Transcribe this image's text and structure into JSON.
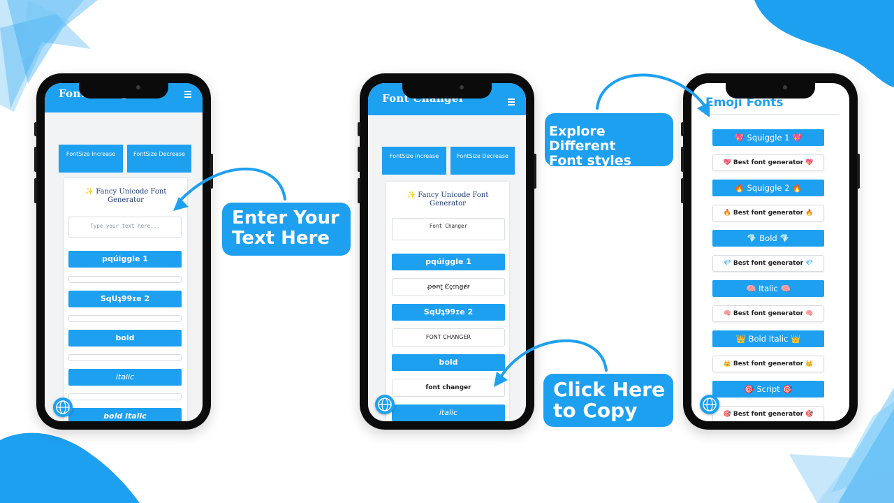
{
  "colors": {
    "accent": "#1ea0f0",
    "title_blue": "#1f3b7a",
    "phone_frame": "#0b0b0b"
  },
  "phone1": {
    "app_title": "Font Changer",
    "menu_icon": "hamburger-icon",
    "fontsize_increase": "FontSize Increase",
    "fontsize_decrease": "FontSize Decrease",
    "card_title": "✨ Fancy Unicode Font Generator",
    "input_placeholder": "Type your text here...",
    "buttons": [
      "pqúiggle 1",
      "SqUʇ99ɪe 2",
      "bold",
      "italic",
      "bold italic"
    ],
    "globe_icon": "globe-icon"
  },
  "phone2": {
    "app_title": "Font Changer",
    "menu_icon": "hamburger-icon",
    "fontsize_increase": "FontSize Increase",
    "fontsize_decrease": "FontSize Decrease",
    "card_title": "✨ Fancy Unicode Font Generator",
    "input_value": "Font Changer",
    "buttons": [
      "pqúiggle 1",
      "SqUʇ99ɪe 2",
      "bold",
      "italic"
    ],
    "outputs": [
      "ꝓꝋꞥʈ Ȼꞔꞓꞑꞡɇꞧ",
      "FONT CHΛNGER",
      "font changer"
    ],
    "globe_icon": "globe-icon"
  },
  "phone3": {
    "title": "Emoji Fonts",
    "items": [
      {
        "button": "💖 Squiggle 1 💖",
        "output": "💖 Best font generator 💖"
      },
      {
        "button": "🔥 Squiggle 2 🔥",
        "output": "🔥 Best font generator 🔥"
      },
      {
        "button": "💎 Bold 💎",
        "output": "💎 Best font generator 💎"
      },
      {
        "button": "🧠 Italic 🧠",
        "output": "🧠 Best font generator 🧠"
      },
      {
        "button": "👑 Bold Italic 👑",
        "output": "👑 Best font generator 👑"
      },
      {
        "button": "🎯 Script 🎯",
        "output": "🎯 Best font generator 🎯"
      }
    ],
    "globe_icon": "globe-icon"
  },
  "callouts": {
    "enter_text": [
      "Enter Your",
      "Text Here"
    ],
    "explore": [
      "Explore Different",
      "Font styles"
    ],
    "copy": [
      "Click Here",
      "to Copy"
    ]
  }
}
